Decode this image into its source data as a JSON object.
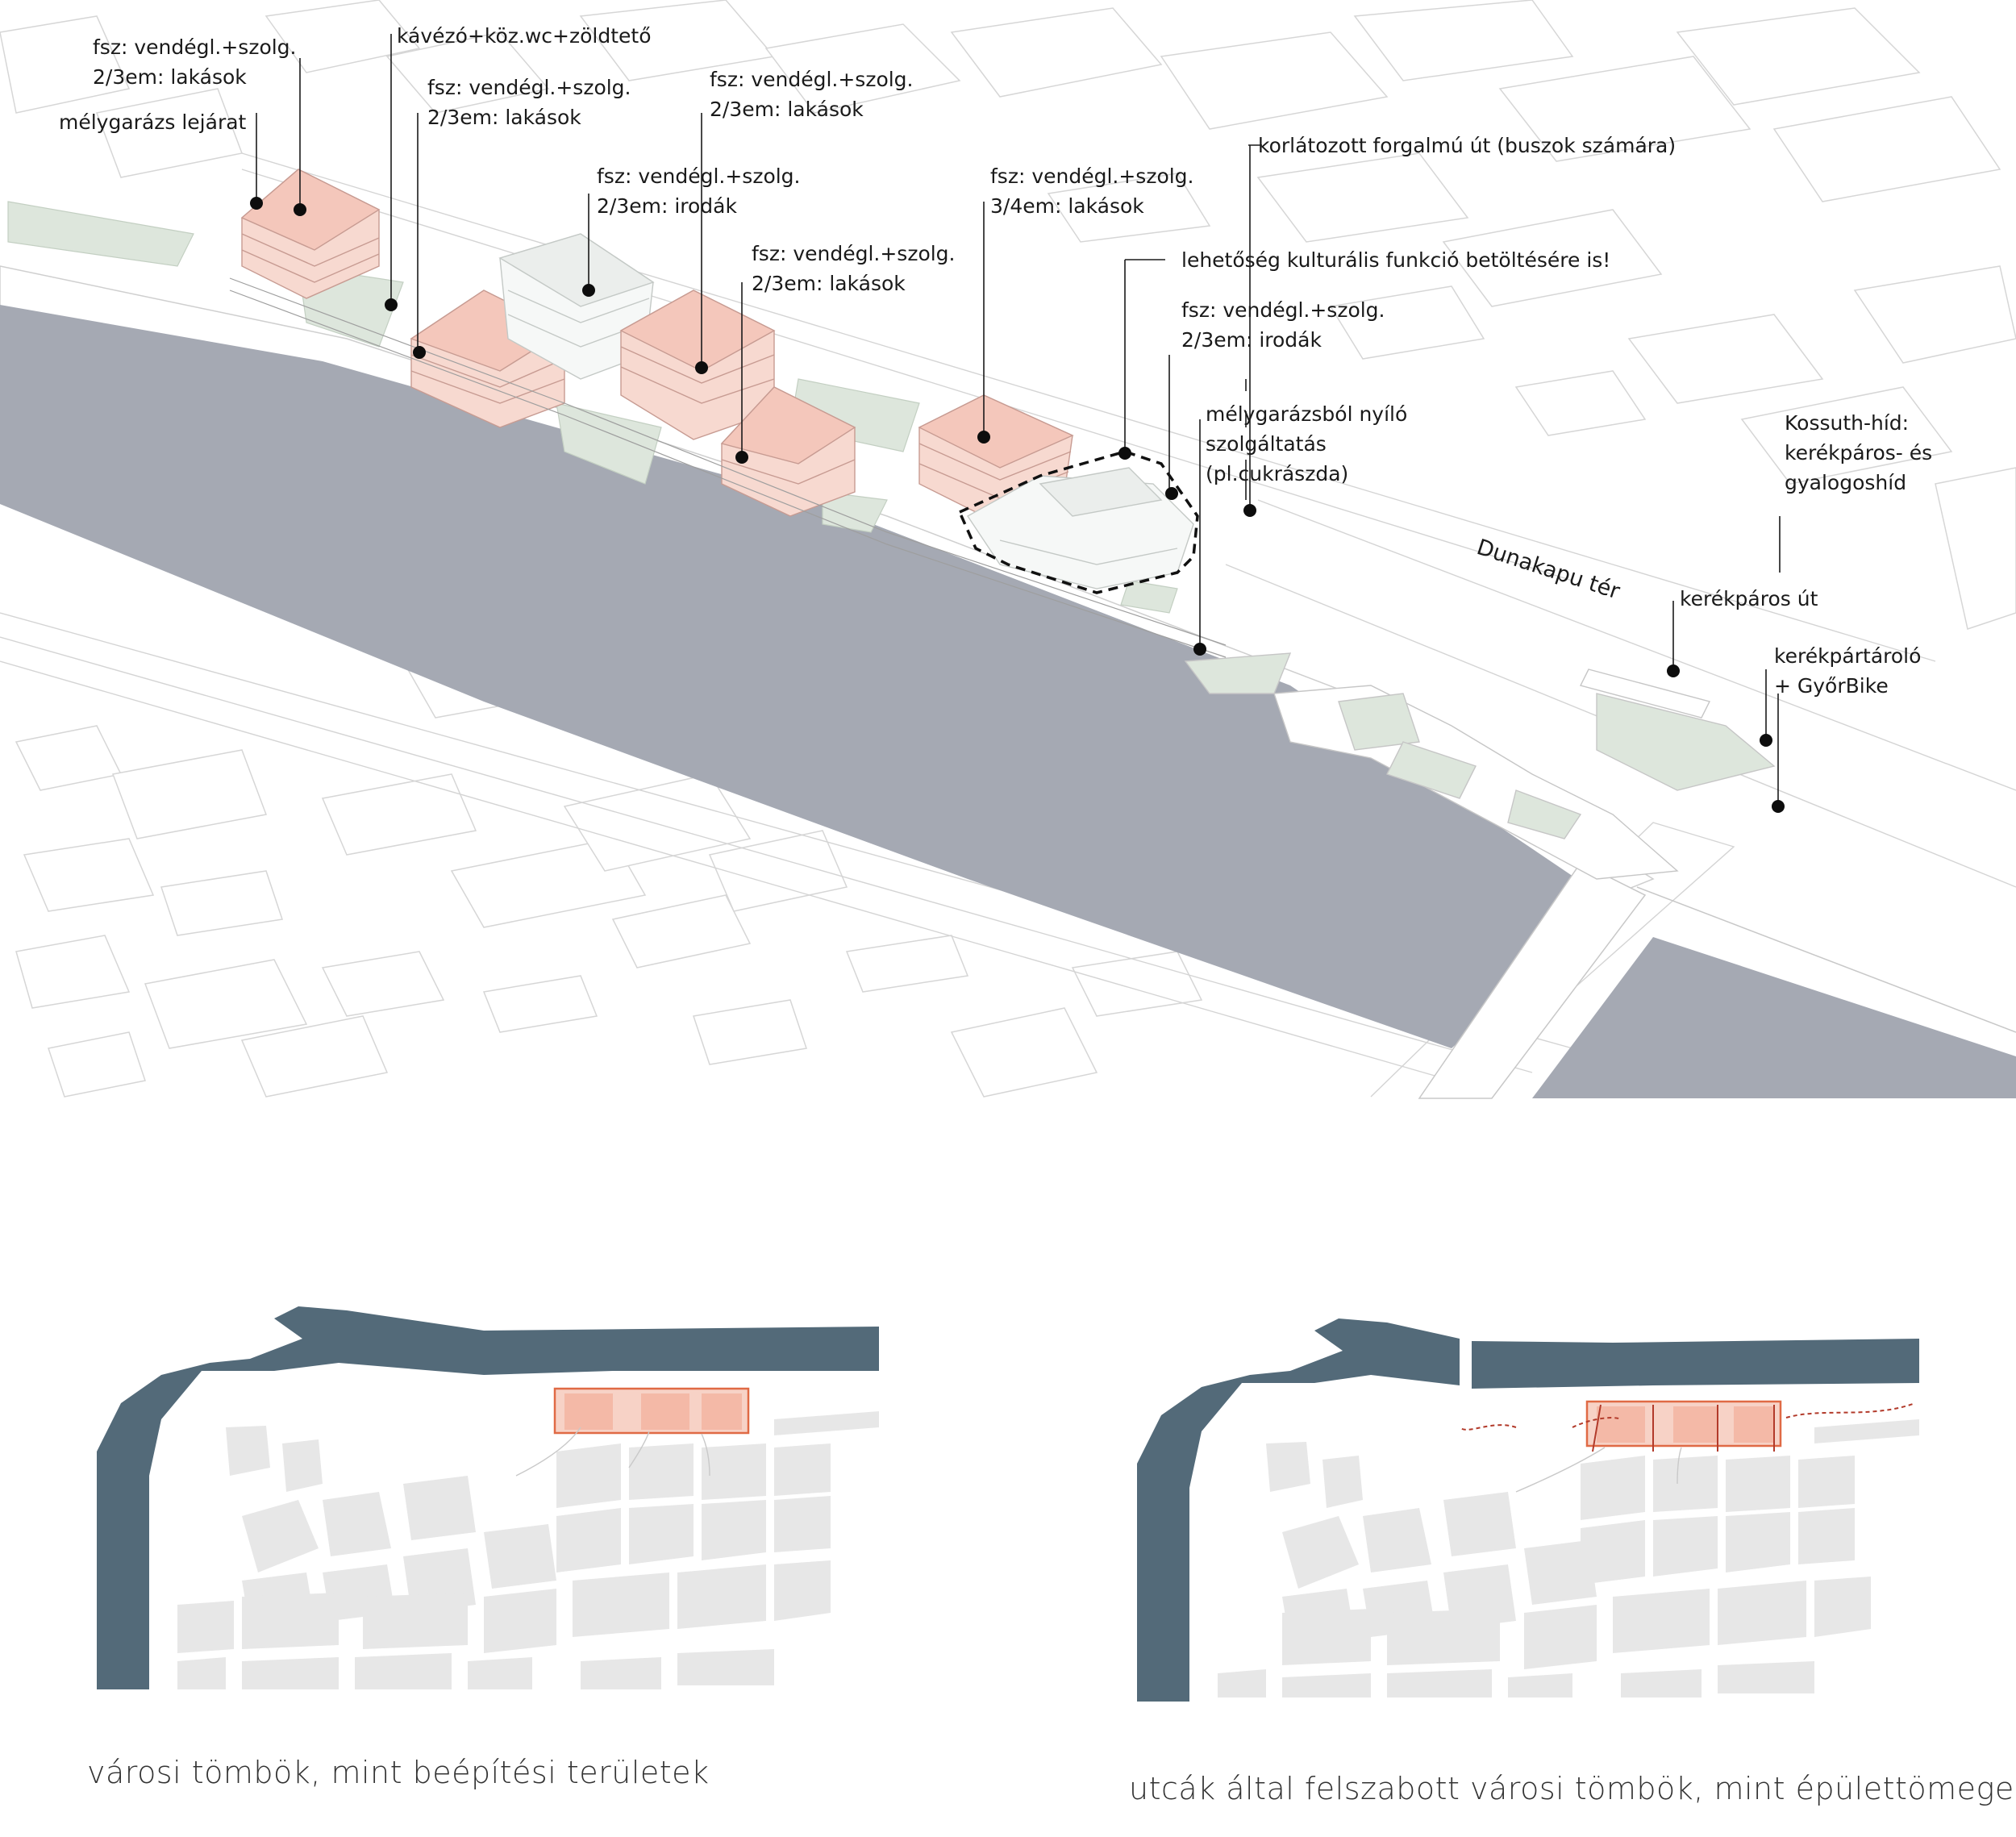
{
  "colors": {
    "river": "#a5a9b3",
    "river_map": "#536a79",
    "building_pink": "#f4c7bb",
    "building_pink_side": "#f7d9d0",
    "building_grey": "#ebeeec",
    "green": "#dde6dc",
    "outline": "#cfcfcf",
    "block_grey": "#e7e7e7",
    "highlight": "#e06a45",
    "path_red": "#b23a2a"
  },
  "annotations": {
    "a1": [
      "fsz: vendégl.+szolg.",
      "2/3em: lakások"
    ],
    "a2": [
      "mélygarázs lejárat"
    ],
    "a3": [
      "kávézó+köz.wc+zöldtető"
    ],
    "a4": [
      "fsz: vendégl.+szolg.",
      "2/3em: lakások"
    ],
    "a5": [
      "fsz: vendégl.+szolg.",
      "2/3em: lakások"
    ],
    "a6": [
      "fsz: vendégl.+szolg.",
      "2/3em: irodák"
    ],
    "a7": [
      "fsz: vendégl.+szolg.",
      "2/3em: lakások"
    ],
    "a8": [
      "fsz: vendégl.+szolg.",
      "3/4em: lakások"
    ],
    "a9": [
      "korlátozott forgalmú út (buszok számára)"
    ],
    "a10": [
      "lehetőség kulturális funkció betöltésére is!"
    ],
    "a11": [
      "fsz: vendégl.+szolg.",
      "2/3em: irodák"
    ],
    "a12": [
      "mélygarázsból nyíló",
      "szolgáltatás",
      "(pl.cukrászda)"
    ],
    "a13": [
      "Kossuth-híd:",
      "kerékpáros- és",
      "gyalogoshíd"
    ],
    "a14": [
      "kerékpáros út"
    ],
    "a15": [
      "kerékpártároló",
      "+ GyőrBike"
    ]
  },
  "place_label": "Dunakapu tér",
  "captions": {
    "left": "városi tömbök, mint beépítési területek",
    "right": "utcák által felszabott városi tömbök, mint épülettömegek"
  }
}
